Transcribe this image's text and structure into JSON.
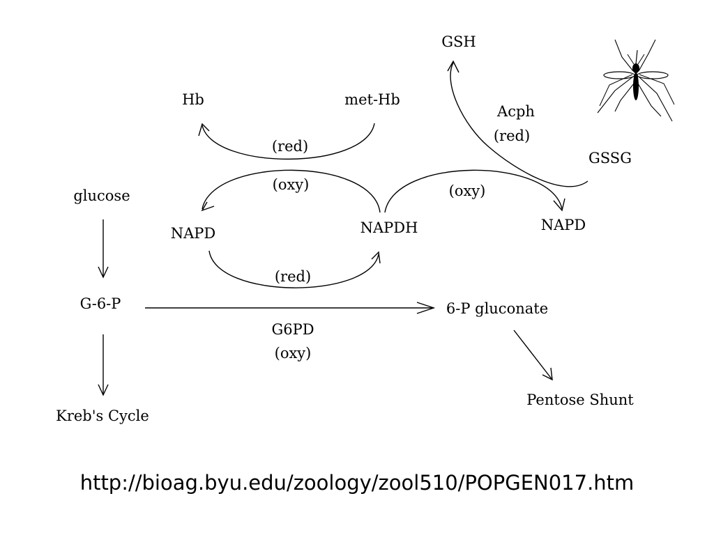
{
  "diagram": {
    "nodes": {
      "gsh": "GSH",
      "hb": "Hb",
      "met_hb": "met-Hb",
      "gssg": "GSSG",
      "glucose": "glucose",
      "napd_left": "NAPD",
      "napdh": "NAPDH",
      "napd_right": "NAPD",
      "g6p": "G-6-P",
      "p_gluconate": "6-P gluconate",
      "krebs": "Kreb's Cycle",
      "pentose": "Pentose Shunt"
    },
    "edge_labels": {
      "acph": "Acph",
      "acph_red": "(red)",
      "hb_red": "(red)",
      "napd_oxy": "(oxy)",
      "gssg_oxy": "(oxy)",
      "napd_red": "(red)",
      "g6pd": "G6PD",
      "g6pd_oxy": "(oxy)"
    },
    "source_url": "http://bioag.byu.edu/zoology/zool510/POPGEN017.htm"
  },
  "icons": {
    "mosquito": "mosquito-icon"
  }
}
